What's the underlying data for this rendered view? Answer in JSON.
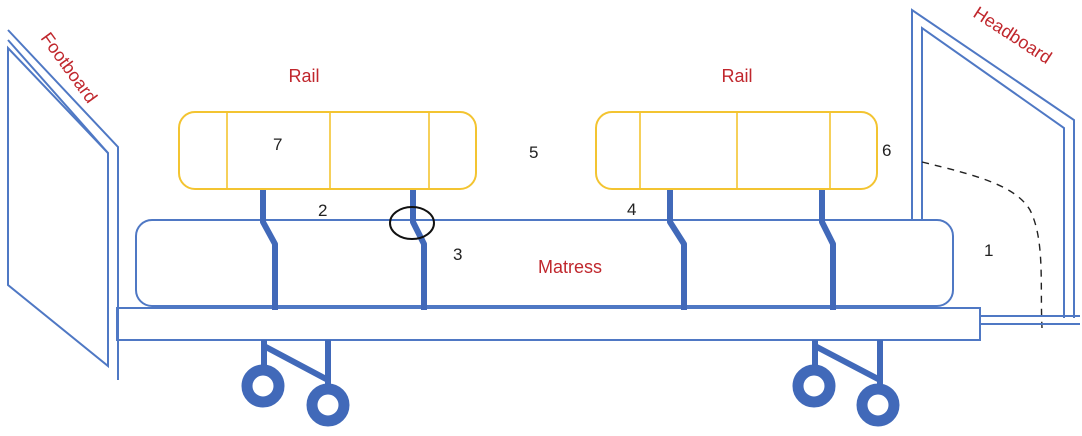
{
  "labels": {
    "footboard": "Footboard",
    "headboard": "Headboard",
    "rail_left": "Rail",
    "rail_right": "Rail",
    "mattress": "Matress"
  },
  "markers": {
    "n1": "1",
    "n2": "2",
    "n3": "3",
    "n4": "4",
    "n5": "5",
    "n6": "6",
    "n7": "7"
  },
  "colors": {
    "frame": "#4f78c4",
    "post": "#4169b9",
    "rail": "#f3c431",
    "label": "#c0272d",
    "number": "#222222",
    "dashed": "#222222"
  }
}
